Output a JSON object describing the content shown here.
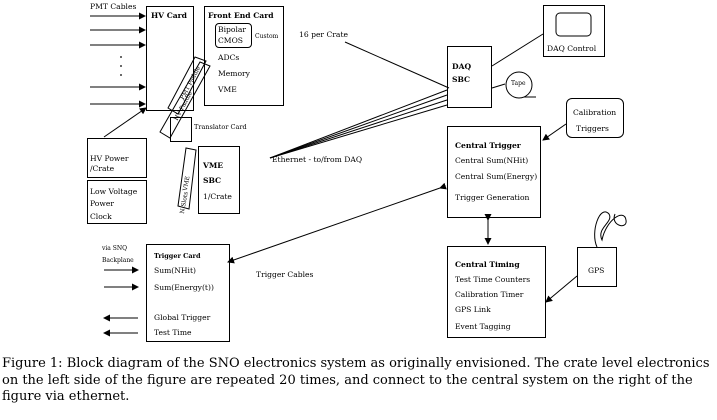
{
  "crate": {
    "pmt_cables": "PMT Cables",
    "hv_card": "HV Card",
    "fec_title": "Front End Card",
    "fec_bipolar": "Bipolar",
    "fec_cmos": "CMOS",
    "fec_custom": "Custom",
    "fec_adcs": "ADCs",
    "fec_memory": "Memory",
    "fec_vme": "VME",
    "per_crate": "16 per Crate",
    "pmt_paddle": "PMT Paddle",
    "hv_paddle": "HV Paddle",
    "translator_card": "Translator Card",
    "hv_power_1": "HV Power",
    "hv_power_2": "/Crate",
    "lv_1": "Low Voltage",
    "lv_2": "Power",
    "lv_3": "Clock",
    "vme_sbc_1": "VME",
    "vme_sbc_2": "SBC",
    "vme_sbc_3": "1/Crate",
    "vme_vert": "VME",
    "vert_label": "N Slots",
    "ethernet": "Ethernet - to/from DAQ",
    "via_snq_1": "via SNQ",
    "via_snq_2": "Backplane",
    "trig_card": "Trigger Card",
    "trig_nhit": "Sum(NHit)",
    "trig_energy": "Sum(Energy(t))",
    "global_trigger": "Global Trigger",
    "test_time": "Test Time",
    "trigger_cables": "Trigger Cables"
  },
  "central": {
    "daq_1": "DAQ",
    "daq_2": "SBC",
    "tape": "Tape",
    "daq_control": "DAQ Control",
    "calib_1": "Calibration",
    "calib_2": "Triggers",
    "ct_title": "Central Trigger",
    "ct_nhit": "Central Sum(NHit)",
    "ct_energy": "Central Sum(Energy)",
    "ct_gen": "Trigger Generation",
    "timing_title": "Central Timing",
    "timing_1": "Test Time Counters",
    "timing_2": "Calibration Timer",
    "timing_3": "GPS Link",
    "timing_4": "Event Tagging",
    "gps": "GPS"
  },
  "caption": {
    "label": "Figure 1:",
    "text": "Block diagram of the SNO electronics system as originally envisioned. The crate level electronics on the left side of the figure are repeated 20 times, and connect to the central system on the right of the figure via ethernet."
  }
}
